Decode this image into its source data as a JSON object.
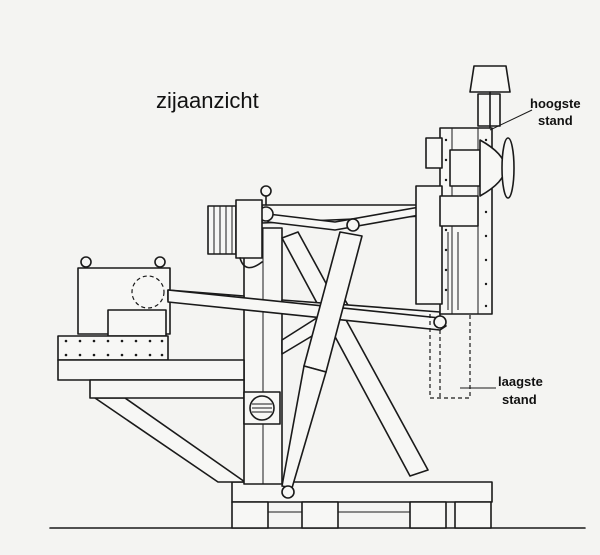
{
  "title": "zijaanzicht",
  "labels": {
    "highest_line1": "hoogste",
    "highest_line2": "stand",
    "lowest_line1": "laagste",
    "lowest_line2": "stand"
  }
}
